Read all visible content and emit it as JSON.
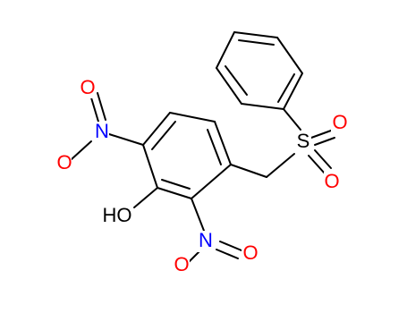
{
  "molecule": {
    "atoms": {
      "O_top": "O",
      "N_top": "N",
      "O_left": "O",
      "HO": "HO",
      "N_bottom": "N",
      "O_bottom": "O",
      "O_bottom_right": "O",
      "S": "S",
      "O_s_upper": "O",
      "O_s_lower": "O"
    }
  }
}
